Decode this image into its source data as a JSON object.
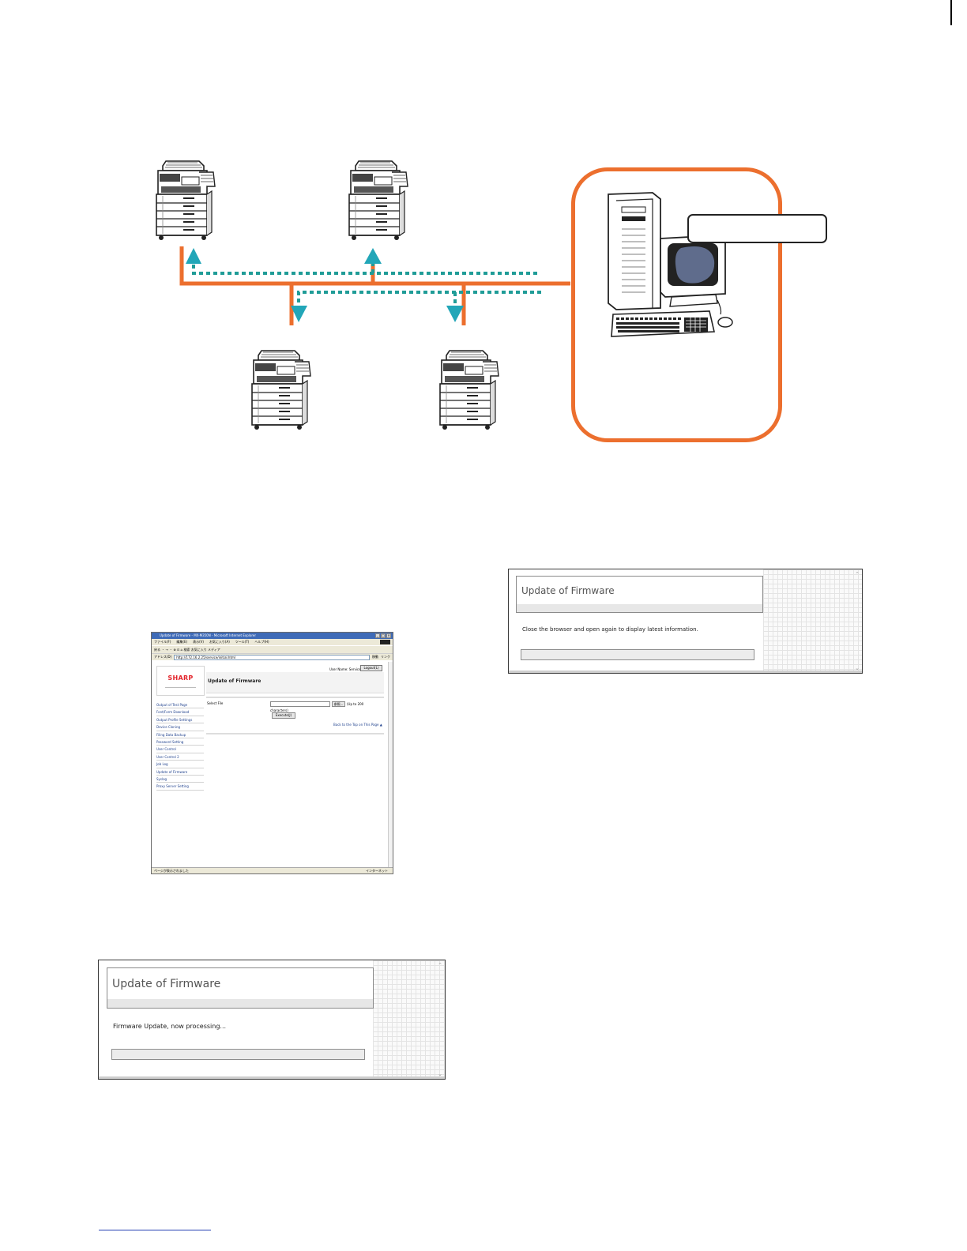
{
  "diagram": {
    "colors": {
      "network_line": "#ec6f2e",
      "data_flow": "#1f9c97",
      "arrow": "#22a6b8"
    },
    "icons": [
      "copier-icon",
      "copier-icon",
      "copier-icon",
      "copier-icon",
      "desktop-computer-icon"
    ]
  },
  "browser": {
    "title": "Update of Firmware - MX-M350N - Microsoft Internet Explorer",
    "menu": [
      "ファイル(F)",
      "編集(E)",
      "表示(V)",
      "お気に入り(A)",
      "ツール(T)",
      "ヘルプ(H)"
    ],
    "toolbar": "戻る ・ → ・ ⊗ ⊡ ⌂  検索  お気に入り  メディア",
    "address_label": "アドレス(D)",
    "address": "http://172.16.2.25/service/initial.html",
    "go_label": "移動",
    "links_label": "リンク",
    "logo": "SHARP",
    "user_name": "User Name: Service",
    "logout": "Logout(L)",
    "page_title": "Update of Firmware",
    "sidebar": [
      "Output of Test Page",
      "Font/Form Download",
      "Output Profile Settings",
      "Device Cloning",
      "Filing Data Backup",
      "Password Setting",
      "User Control",
      "User Control 2",
      "Job Log",
      "Update of Firmware",
      "Syslog",
      "Proxy Server Setting"
    ],
    "select_file_label": "Select File",
    "browse": "参照...",
    "upto": "(Up to 200",
    "characters": "characters)",
    "execute": "Execute(J)",
    "back_to_top": "Back to the Top on This Page ▲",
    "status_left": "ページが表示されました",
    "status_right": "インターネット"
  },
  "dialog_processing": {
    "title": "Update of Firmware",
    "message": "Firmware Update, now processing..."
  },
  "dialog_done": {
    "title": "Update of Firmware",
    "message": "Close the browser and open again to display latest information."
  }
}
